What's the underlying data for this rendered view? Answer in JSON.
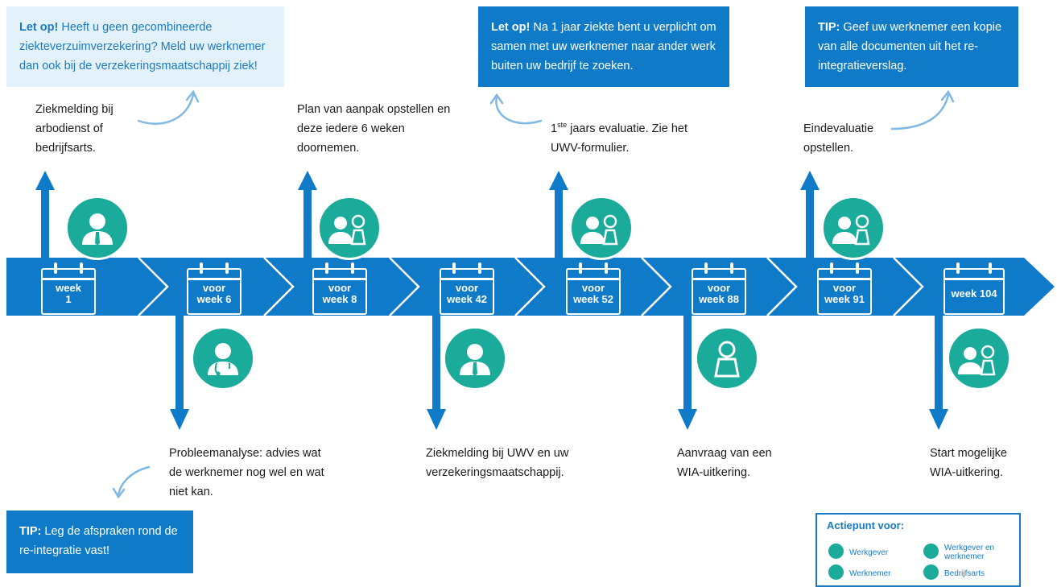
{
  "colors": {
    "primary_blue": "#0f7bc8",
    "light_blue": "#e3f1fa",
    "teal": "#1aab9b"
  },
  "callouts": {
    "top_left": {
      "prefix": "Let op!",
      "text": "Heeft u geen gecombineerde ziekteverzuimverzekering? Meld uw werknemer dan ook bij de verzekeringsmaatschappij ziek!"
    },
    "top_mid": {
      "prefix": "Let op!",
      "text": "Na 1 jaar ziekte bent u verplicht om samen met uw werknemer naar ander werk buiten uw bedrijf te zoeken."
    },
    "top_right": {
      "prefix": "TIP:",
      "text": "Geef uw werknemer een kopie van alle documenten uit het re-integratieverslag."
    },
    "bottom_left": {
      "prefix": "TIP:",
      "text": "Leg de afspraken rond de re-integratie vast!"
    }
  },
  "steps": [
    {
      "label_line1": "week",
      "label_line2": "1",
      "action_text": "Ziekmelding bij arbodienst of bedrijfsarts.",
      "actor": "Werkgever",
      "direction": "up",
      "icon": "werkgever-icon"
    },
    {
      "label_line1": "voor",
      "label_line2": "week 6",
      "action_text": "Probleemanalyse: advies wat de werknemer nog wel en wat niet kan.",
      "actor": "Bedrijfsarts",
      "direction": "down",
      "icon": "bedrijfsarts-icon"
    },
    {
      "label_line1": "voor",
      "label_line2": "week 8",
      "action_text": "Plan van aanpak opstellen en deze iedere 6 weken doornemen.",
      "actor": "Werkgever en werknemer",
      "direction": "up",
      "icon": "werkgever-en-werknemer-icon"
    },
    {
      "label_line1": "voor",
      "label_line2": "week 42",
      "action_text": "Ziekmelding bij UWV en uw verzekeringsmaatschappij.",
      "actor": "Werkgever",
      "direction": "down",
      "icon": "werkgever-icon"
    },
    {
      "label_line1": "voor",
      "label_line2": "week 52",
      "action_sup": "ste",
      "action_pre": "1",
      "action_text": "jaars evaluatie. Zie het UWV-formulier.",
      "actor": "Werkgever en werknemer",
      "direction": "up",
      "icon": "werkgever-en-werknemer-icon"
    },
    {
      "label_line1": "voor",
      "label_line2": "week 88",
      "action_text": "Aanvraag van een WIA-uitkering.",
      "actor": "Werknemer",
      "direction": "down",
      "icon": "werknemer-icon"
    },
    {
      "label_line1": "voor",
      "label_line2": "week 91",
      "action_text": "Eindevaluatie opstellen.",
      "actor": "Werkgever en werknemer",
      "direction": "up",
      "icon": "werkgever-en-werknemer-icon"
    },
    {
      "label_line1": "",
      "label_line2": "week 104",
      "action_text": "Start mogelijke WIA-uitkering.",
      "actor": "Werkgever en werknemer",
      "direction": "down",
      "icon": "werkgever-en-werknemer-icon"
    }
  ],
  "legend": {
    "title": "Actiepunt voor:",
    "items": [
      "Werkgever",
      "Werkgever en werknemer",
      "Werknemer",
      "Bedrijfsarts"
    ]
  }
}
